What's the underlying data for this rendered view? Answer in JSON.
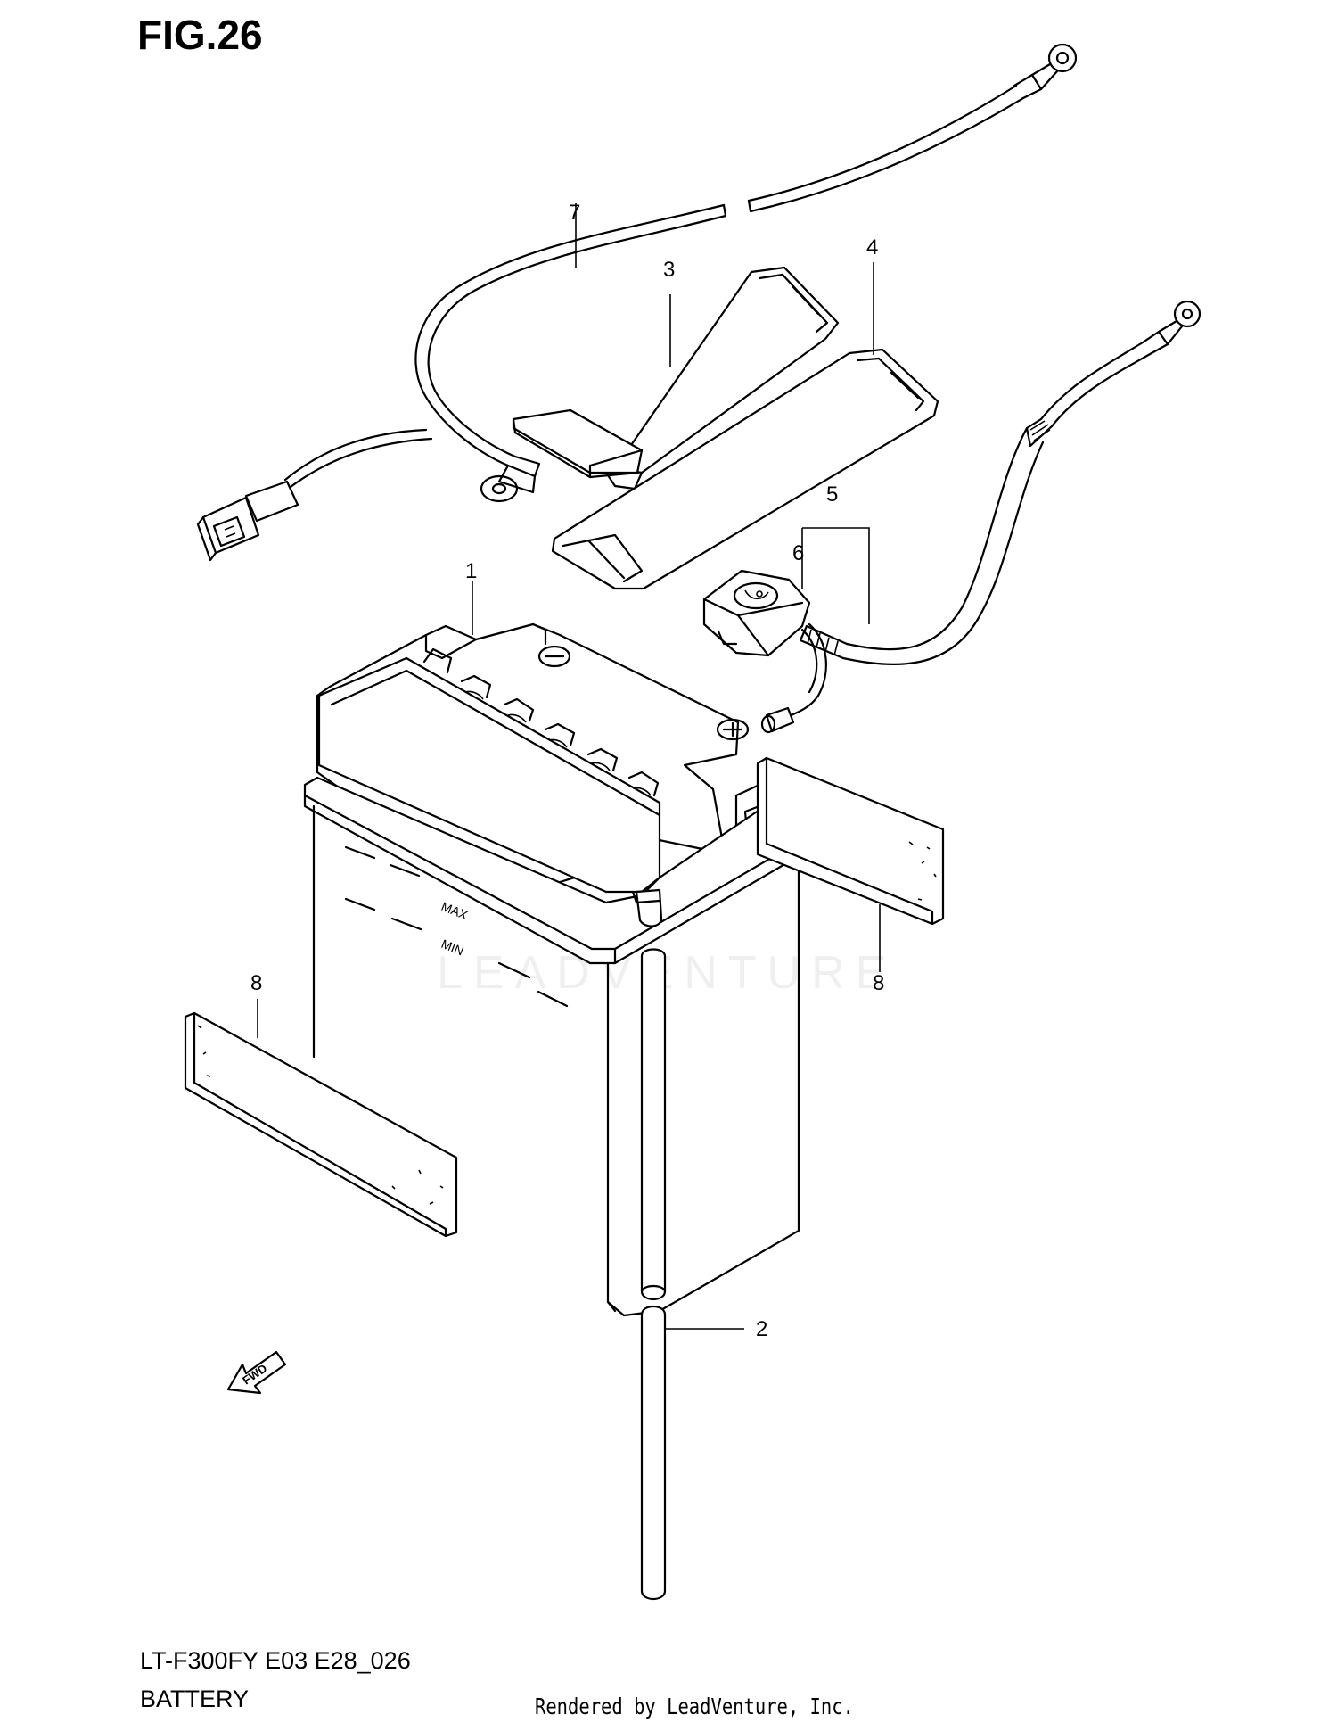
{
  "figure": {
    "title": "FIG.26"
  },
  "footer": {
    "model_code": "LT-F300FY E03 E28_026",
    "section_name": "BATTERY",
    "rendered_by": "Rendered by LeadVenture, Inc."
  },
  "watermark": {
    "text": "LEADVENTURE"
  },
  "battery_markings": {
    "max": "MAX",
    "min": "MIN",
    "negative": "−",
    "positive": "+"
  },
  "fwd_arrow": {
    "label": "FWD"
  },
  "callouts": [
    {
      "number": "1"
    },
    {
      "number": "2"
    },
    {
      "number": "3"
    },
    {
      "number": "4"
    },
    {
      "number": "5"
    },
    {
      "number": "6"
    },
    {
      "number": "7"
    },
    {
      "number": "8"
    },
    {
      "number": "8"
    }
  ]
}
